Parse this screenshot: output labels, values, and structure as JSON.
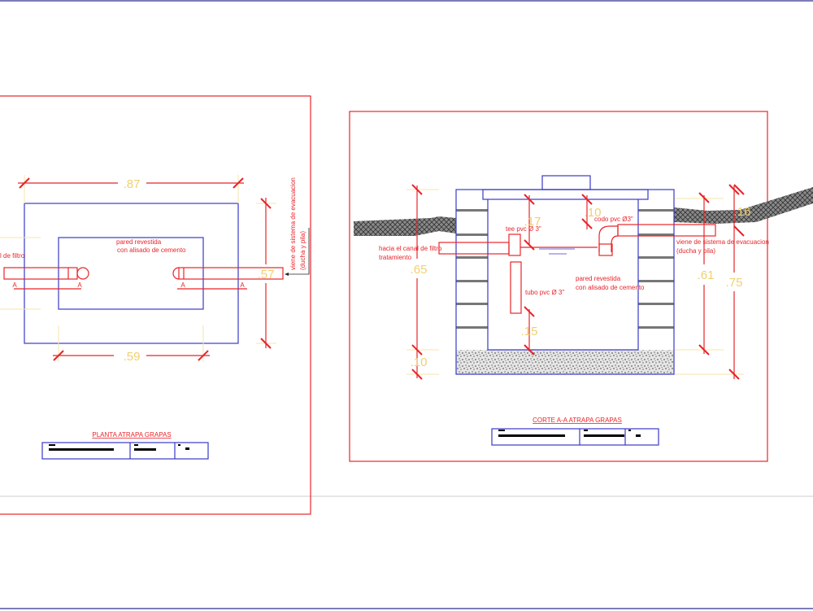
{
  "colors": {
    "frame": "#e8242a",
    "outline": "#3a3ac8",
    "dimension": "#f0d070",
    "pipe": "#e8242a",
    "ground": "#555555"
  },
  "plan": {
    "title": "PLANTA ATRAPA GRAPAS",
    "dims": {
      "width_outer": ".87",
      "width_inner": ".59",
      "depth": ".57"
    },
    "labels": {
      "wall_1": "pared revestida",
      "wall_2": "con alisado de cemento",
      "outlet": "l de filtro",
      "inlet_1": "viene de sistema de evacuacion",
      "inlet_2": "(ducha y pila)"
    },
    "section_mark": "A"
  },
  "section": {
    "title": "CORTE A-A ATRAPA GRAPAS",
    "dims": {
      "total_left": ".65",
      "base": ".10",
      "inner": ".61",
      "total_right": ".75",
      "ground": ".16",
      "tee": ".17",
      "elbow": ".10",
      "bottom": ".15"
    },
    "labels": {
      "tee": "tee pvc Ø 3\"",
      "elbow": "codo pvc Ø3\"",
      "outlet_1": "hacia el canal de filtro",
      "outlet_2": "tratamiento",
      "inlet_1": "viene de sistema de evacuacion",
      "inlet_2": "(ducha y pila)",
      "wall_1": "pared revestida",
      "wall_2": "con alisado de cemento",
      "tube": "tubo pvc Ø 3\""
    }
  }
}
